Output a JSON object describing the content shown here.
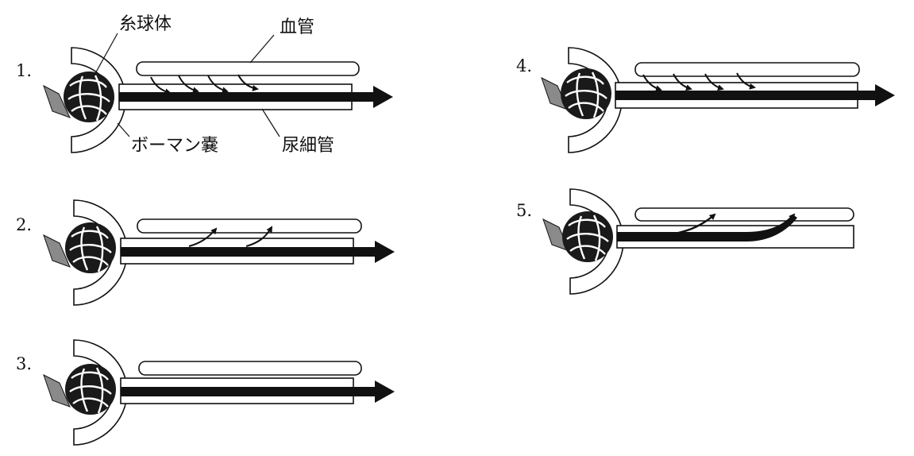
{
  "labels": {
    "glomerulus": "糸球体",
    "blood_vessel": "血管",
    "bowman_capsule": "ボーマン嚢",
    "renal_tubule": "尿細管"
  },
  "panels": [
    {
      "number": "1.",
      "flow": "filtrate passes through tubule, substances reabsorbed from vessel into tubule",
      "arrow_count": 4,
      "arrow_direction": "vessel-to-tubule"
    },
    {
      "number": "2.",
      "flow": "filtrate passes through tubule, substances reabsorbed from tubule into vessel",
      "arrow_count": 2,
      "arrow_direction": "tubule-to-vessel"
    },
    {
      "number": "3.",
      "flow": "filtrate passes straight through tubule",
      "arrow_count": 0,
      "arrow_direction": "none"
    },
    {
      "number": "4.",
      "flow": "filtrate passes through tubule, substances secreted from vessel into tubule",
      "arrow_count": 4,
      "arrow_direction": "vessel-to-tubule"
    },
    {
      "number": "5.",
      "flow": "filtrate fully transferred from tubule into vessel",
      "arrow_count": 2,
      "arrow_direction": "tubule-to-vessel-full"
    }
  ],
  "colors": {
    "ink": "#111111",
    "paper": "#ffffff",
    "leaf": "#8a8a8a"
  }
}
